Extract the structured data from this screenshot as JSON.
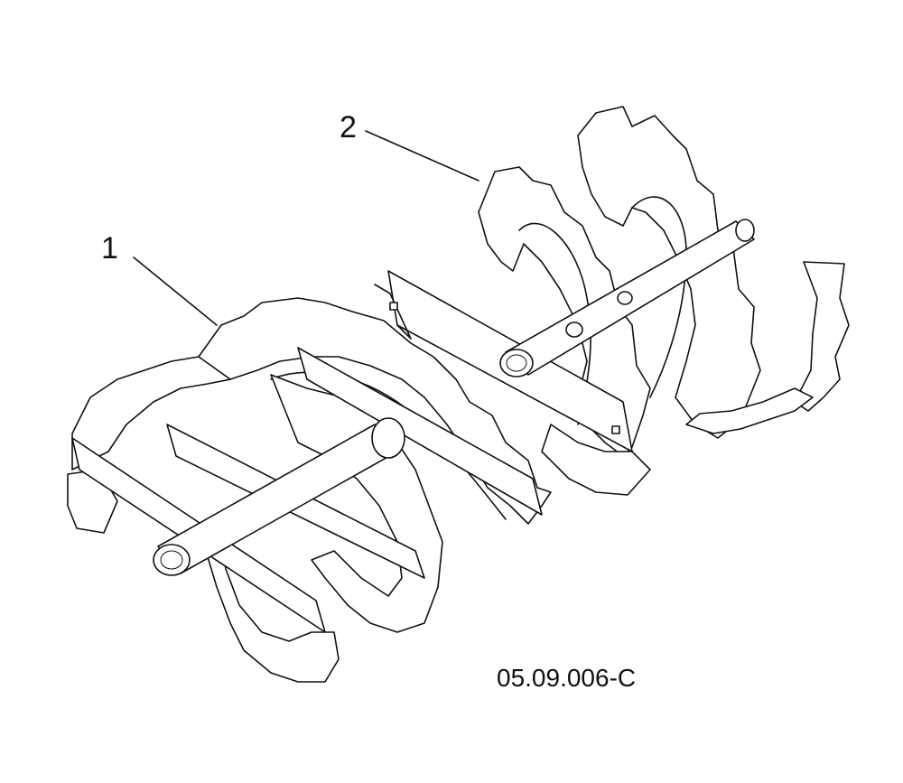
{
  "callouts": [
    {
      "number": "1"
    },
    {
      "number": "2"
    }
  ],
  "figure_code": "05.09.006-C"
}
